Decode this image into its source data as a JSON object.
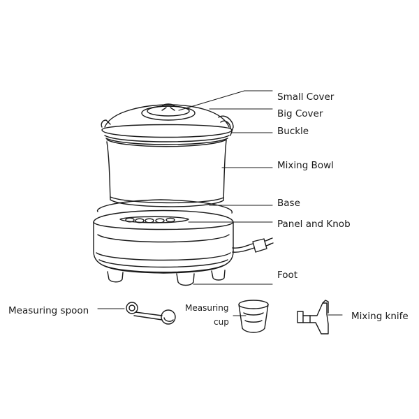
{
  "labels": {
    "small_cover": "Small Cover",
    "big_cover": "Big Cover",
    "buckle": "Buckle",
    "mixing_bowl": "Mixing Bowl",
    "base": "Base",
    "panel_and_knob": "Panel and Knob",
    "foot": "Foot",
    "measuring_spoon": "Measuring spoon",
    "measuring_cup_line1": "Measuring",
    "measuring_cup_line2": "cup",
    "mixing_knife": "Mixing knife"
  },
  "colors": {
    "stroke": "#1a1a1a",
    "background": "#ffffff"
  }
}
